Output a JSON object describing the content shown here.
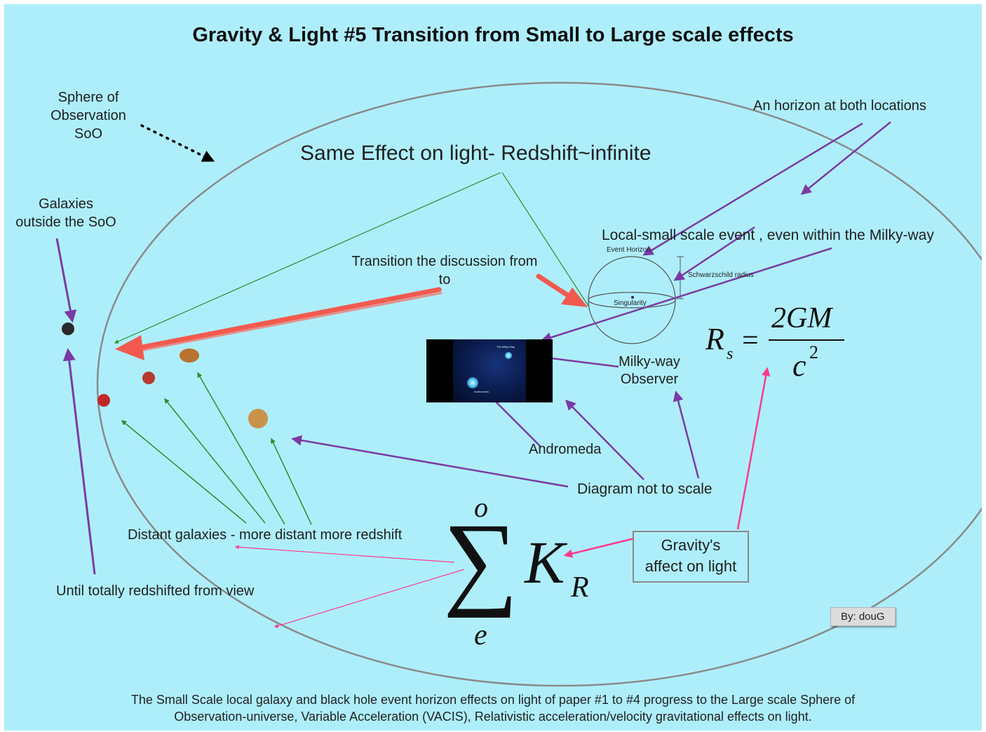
{
  "title": "Gravity & Light #5  Transition from Small to Large scale effects",
  "labels": {
    "soo_line1": "Sphere of",
    "soo_line2": "Observation",
    "soo_line3": "SoO",
    "galaxies_out_line1": "Galaxies",
    "galaxies_out_line2": "outside the SoO",
    "same_effect": "Same Effect on light- Redshift~infinite",
    "horizon_both": "An horizon at both locations",
    "local_event": "Local-small scale event , even within the Milky-way",
    "transition_line1": "Transition the discussion from",
    "transition_line2": "to",
    "event_horizon": "Event Horizon",
    "schwarzschild": "Schwarzschild radius",
    "singularity": "Singularity",
    "milky_line1": "Milky-way",
    "milky_line2": "Observer",
    "andromeda": "Andromeda",
    "not_to_scale": "Diagram not to scale",
    "distant": "Distant galaxies - more distant more redshift",
    "until": "Until totally redshifted from view",
    "gravity_line1": "Gravity's",
    "gravity_line2": "affect on light",
    "footer_line1": "The Small Scale local galaxy and black hole event horizon effects on light of paper #1 to #4 progress to the Large scale Sphere of",
    "footer_line2": "Observation-universe, Variable Acceleration (VACIS), Relativistic acceleration/velocity gravitational effects on light."
  },
  "formula": {
    "r": "R",
    "s": "s",
    "eq": "=",
    "num": "2GM",
    "den": "c",
    "exp": "2"
  },
  "sum": {
    "top": "o",
    "sigma": "∑",
    "k": "K",
    "r": "R",
    "bottom": "e"
  },
  "image_labels": {
    "milky": "The Milky Way",
    "andromeda_small": "Andromeda"
  },
  "badge": "By: douG",
  "colors": {
    "background": "#aeeefb",
    "purple": "#7b3aa3",
    "green": "#2c8e2c",
    "pink": "#ff3a8c",
    "red": "#f25a4f",
    "ellipse": "#8a8a8a"
  }
}
